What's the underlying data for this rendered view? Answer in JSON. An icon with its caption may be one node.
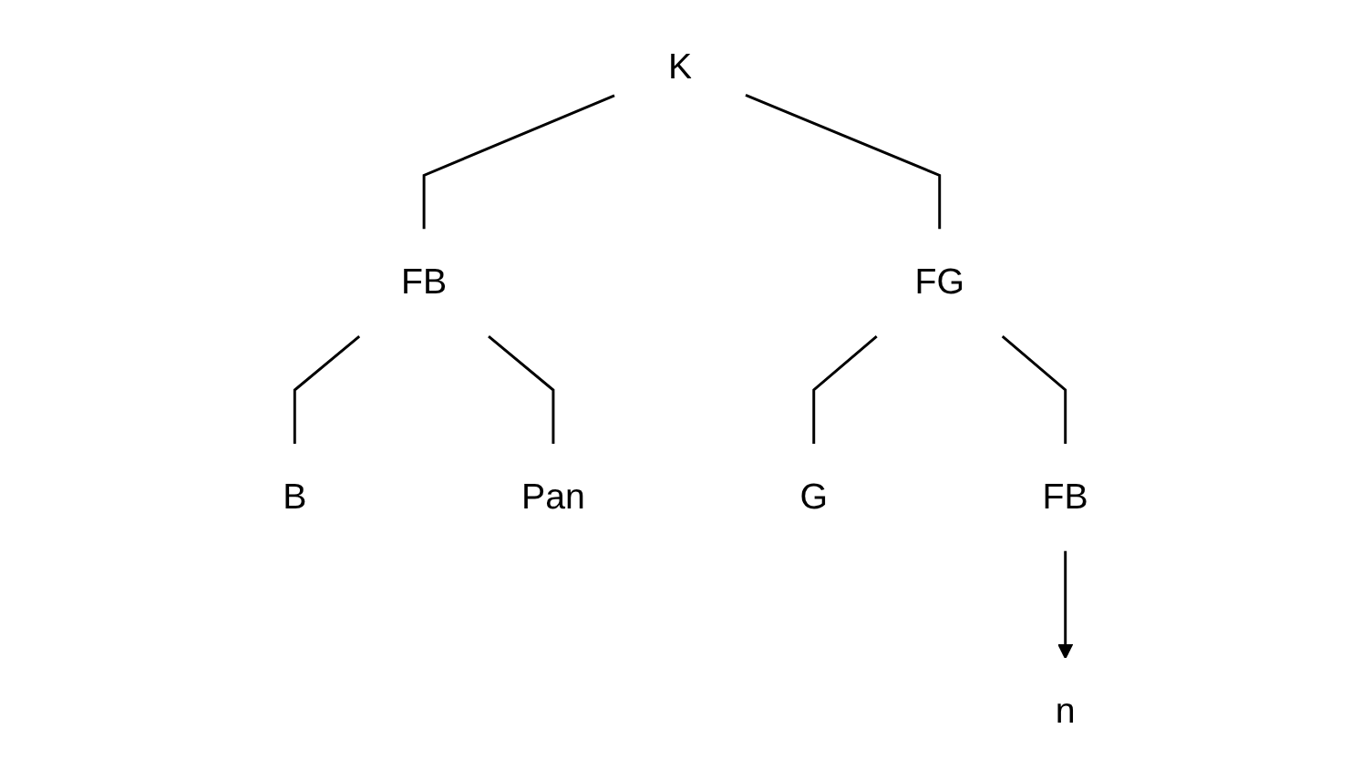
{
  "diagram": {
    "nodes": [
      {
        "text": [
          "K"
        ]
      },
      {
        "text": [
          "FB"
        ]
      },
      {
        "text": [
          "FG"
        ]
      },
      {
        "text": [
          "B"
        ]
      },
      {
        "text": [
          "Pan"
        ]
      },
      {
        "text": [
          "G"
        ]
      },
      {
        "text": [
          "FB"
        ]
      },
      {
        "text": [
          "n"
        ]
      }
    ],
    "edges": [
      {
        "from": 0,
        "to": 1,
        "arrow": "none"
      },
      {
        "from": 0,
        "to": 2,
        "arrow": "none"
      },
      {
        "from": 1,
        "to": 3,
        "arrow": "none"
      },
      {
        "from": 1,
        "to": 4,
        "arrow": "none"
      },
      {
        "from": 2,
        "to": 5,
        "arrow": "none"
      },
      {
        "from": 2,
        "to": 6,
        "arrow": "none"
      },
      {
        "from": 6,
        "to": 7,
        "arrow": "to"
      }
    ]
  }
}
